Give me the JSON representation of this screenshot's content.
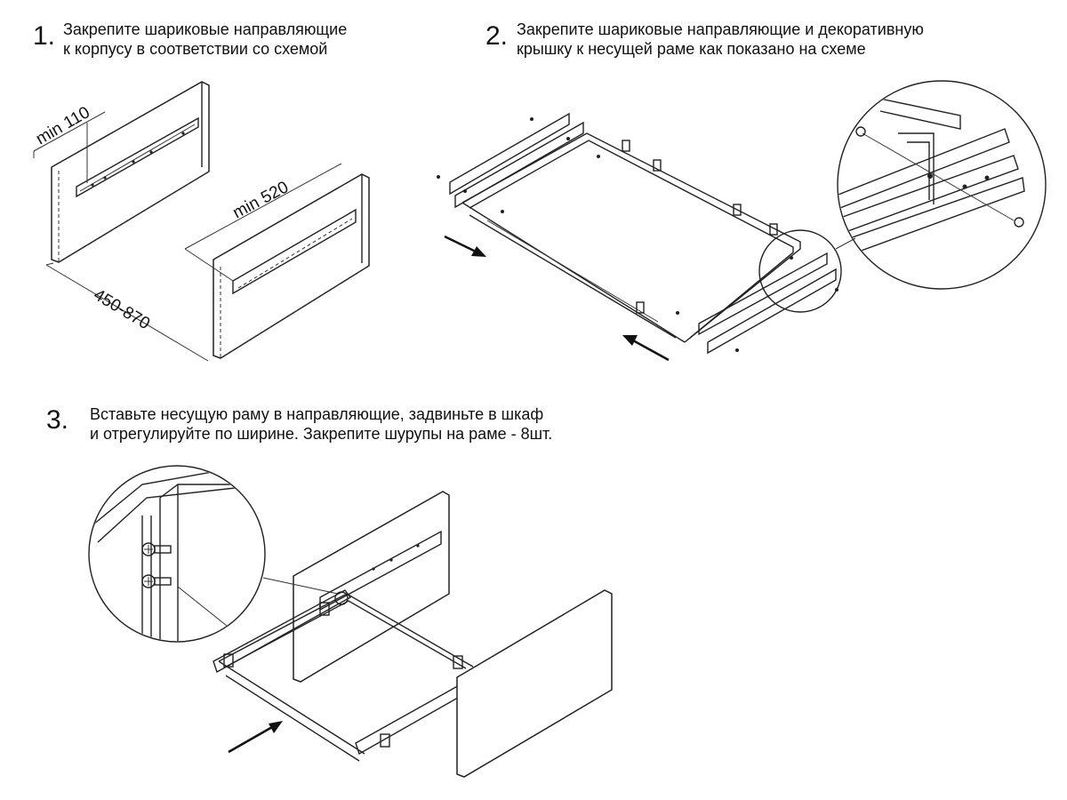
{
  "steps": [
    {
      "number": "1.",
      "lines": [
        "Закрепите шариковые направляющие",
        "к корпусу в соответствии со схемой"
      ]
    },
    {
      "number": "2.",
      "lines": [
        "Закрепите шариковые направляющие и декоративную",
        "крышку к несущей раме как показано на схеме"
      ]
    },
    {
      "number": "3.",
      "lines": [
        "Вставьте несущую раму в направляющие, задвиньте в шкаф",
        "и отрегулируйте по ширине. Закрепите шурупы на раме - 8шт."
      ]
    }
  ],
  "dimensions": {
    "min_offset": "min 110",
    "min_length": "min 520",
    "depth_range": "450-870"
  }
}
